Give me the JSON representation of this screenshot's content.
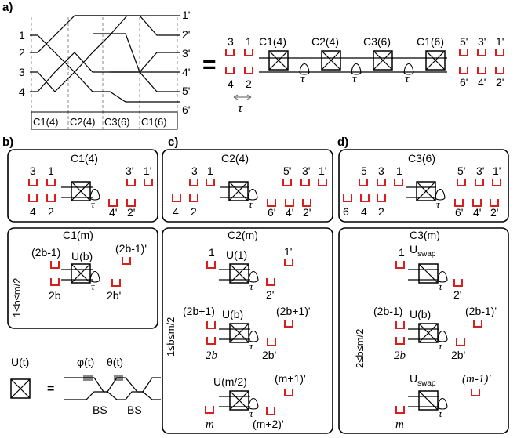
{
  "panel_letters": {
    "a": "a)",
    "b": "b)",
    "c": "c)",
    "d": "d)"
  },
  "colors": {
    "bucket": "#d62020",
    "phase_block": "#888888",
    "line": "#000000"
  },
  "panel_a": {
    "inputs": [
      "1",
      "2",
      "3",
      "4"
    ],
    "outputs": [
      "1'",
      "2'",
      "3'",
      "4'",
      "5'",
      "6'"
    ],
    "stage_labels": [
      "C1(4)",
      "C2(4)",
      "C3(6)",
      "C1(6)"
    ],
    "equals": "=",
    "top_modes": [
      "3",
      "1"
    ],
    "bottom_modes": [
      "4",
      "2"
    ],
    "block_labels": [
      "C1(4)",
      "C2(4)",
      "C3(6)",
      "C1(6)"
    ],
    "tau": "τ",
    "out_top": [
      "5'",
      "3'",
      "1'"
    ],
    "out_bottom": [
      "6'",
      "4'",
      "2'"
    ]
  },
  "panel_b": {
    "top": {
      "title": "C1(4)",
      "top_labels": [
        "3",
        "1"
      ],
      "bottom_labels": [
        "4",
        "2"
      ],
      "out_top": [
        "3'",
        "1'"
      ],
      "out_bottom": [
        "4'",
        "2'"
      ]
    },
    "bottom": {
      "title": "C1(m)",
      "range": "1≤b≤m/2",
      "in_top": "(2b-1)",
      "gate": "U(b)",
      "in_bottom": "2b",
      "out_top": "(2b-1)'",
      "out_bottom": "2b'"
    }
  },
  "panel_c": {
    "top": {
      "title": "C2(4)",
      "top_labels": [
        "3",
        "1"
      ],
      "bottom_labels": [
        "4",
        "2"
      ],
      "out_top": [
        "5'",
        "3'",
        "1'"
      ],
      "out_bottom": [
        "6'",
        "4'",
        "2'"
      ]
    },
    "bottom": {
      "title": "C2(m)",
      "range": "1≤b≤m/2",
      "row1": {
        "in": "1",
        "gate": "U(1)",
        "out_top": "1'",
        "out_bottom": "2'"
      },
      "row2": {
        "in_top": "(2b+1)",
        "gate": "U(b)",
        "in_bottom": "2b",
        "out_top": "(2b+1)'",
        "out_bottom": "2b'"
      },
      "row3": {
        "gate": "U(m/2)",
        "in": "m",
        "out_top": "(m+1)'",
        "out_bottom": "(m+2)'"
      }
    }
  },
  "panel_d": {
    "top": {
      "title": "C3(6)",
      "top_labels": [
        "5",
        "3",
        "1"
      ],
      "bottom_labels": [
        "6",
        "4",
        "2"
      ],
      "out_top": [
        "5'",
        "3'",
        "1'"
      ],
      "out_bottom": [
        "6'",
        "4'",
        "2'"
      ]
    },
    "bottom": {
      "title": "C3(m)",
      "range": "2≤b≤m/2",
      "row1": {
        "in": "1",
        "gate": "U",
        "gate_sub": "swap",
        "out": "2'"
      },
      "row2": {
        "in_top": "(2b-1)",
        "gate": "U(b)",
        "in_bottom": "2b",
        "out_top": "(2b-1)'",
        "out_bottom": "2b'"
      },
      "row3": {
        "gate": "U",
        "gate_sub": "swap",
        "in": "m",
        "out": "(m-1)'"
      }
    }
  },
  "legend": {
    "gate": "U(t)",
    "equals": "=",
    "phi": "φ(t)",
    "theta": "θ(t)",
    "bs1": "BS",
    "bs2": "BS"
  }
}
